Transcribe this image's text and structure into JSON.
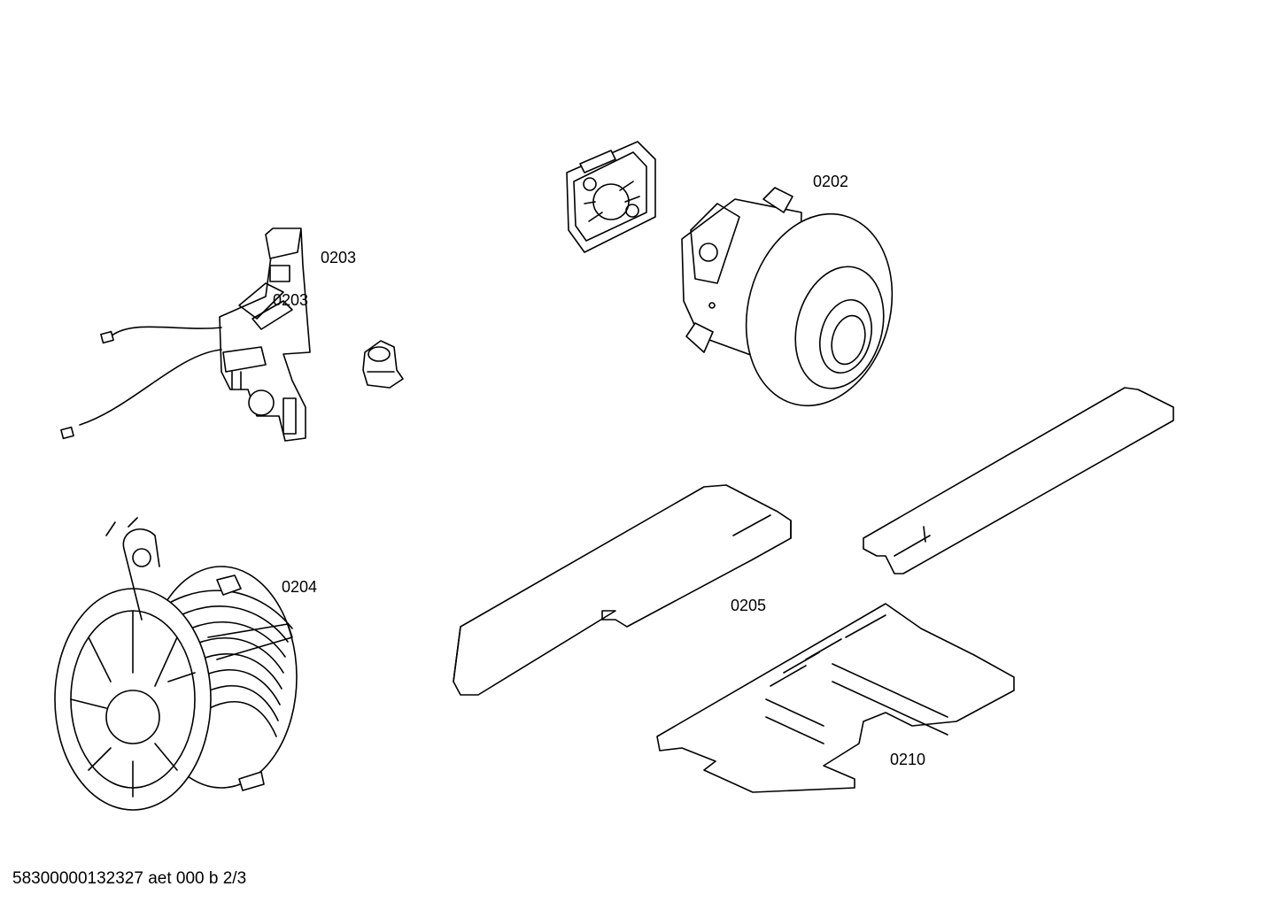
{
  "diagram": {
    "parts": [
      {
        "id": "0202",
        "label": "0202"
      },
      {
        "id": "0203",
        "label": "0203"
      },
      {
        "id": "0203b",
        "label": "0203"
      },
      {
        "id": "0204",
        "label": "0204"
      },
      {
        "id": "0205",
        "label": "0205"
      },
      {
        "id": "0210",
        "label": "0210"
      }
    ],
    "footer_text": "58300000132327 aet 000 b 2/3"
  }
}
